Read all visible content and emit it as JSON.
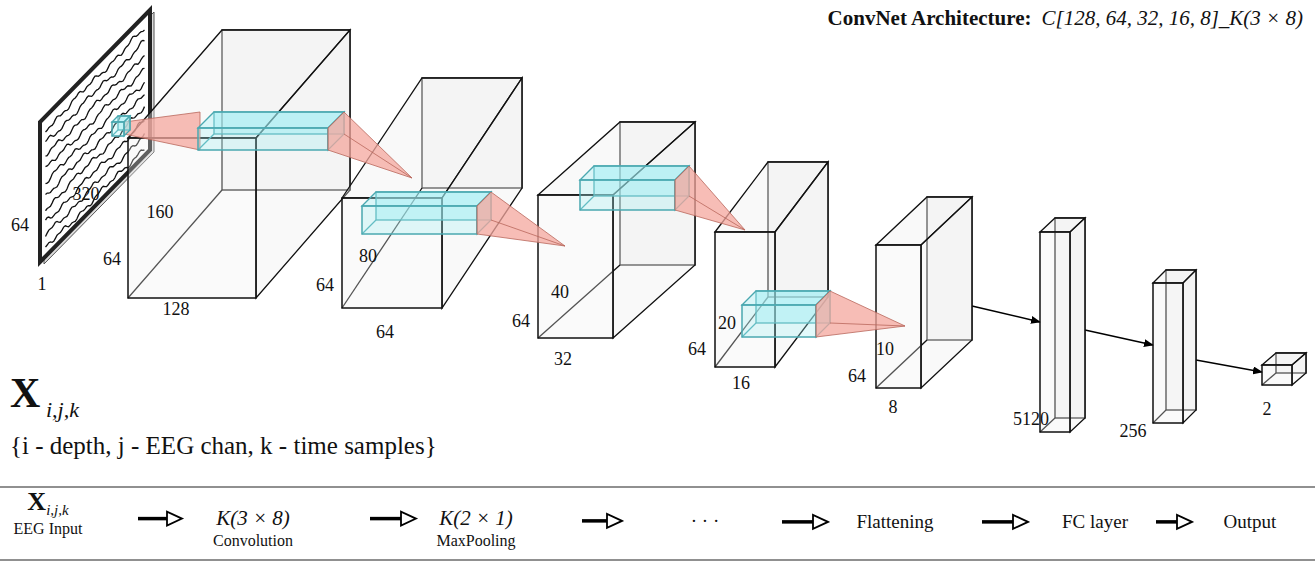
{
  "diagram": {
    "title": "ConvNet Architecture:",
    "nodes": [
      {
        "text": [
          "X",
          "i,j,k",
          "EEG Input"
        ]
      },
      {
        "text": [
          "K(3 × 8)",
          "Convolution"
        ]
      },
      {
        "text": [
          "K(2 × 1)",
          "MaxPooling"
        ]
      },
      {
        "text": [
          "· · ·"
        ]
      },
      {
        "text": [
          "Flattening"
        ]
      },
      {
        "text": [
          "FC layer"
        ]
      },
      {
        "text": [
          "Output"
        ]
      }
    ],
    "edges": [
      {
        "from": 0,
        "to": 1,
        "arrow": "to"
      },
      {
        "from": 1,
        "to": 2,
        "arrow": "to"
      },
      {
        "from": 2,
        "to": 3,
        "arrow": "to"
      },
      {
        "from": 3,
        "to": 4,
        "arrow": "to"
      },
      {
        "from": 4,
        "to": 5,
        "arrow": "to"
      },
      {
        "from": 5,
        "to": 6,
        "arrow": "to"
      }
    ],
    "labels": [
      "C[128, 64, 32, 16, 8]_K(3 × 8)",
      "64",
      "320",
      "1",
      "160",
      "64",
      "128",
      "80",
      "64",
      "64",
      "40",
      "64",
      "32",
      "20",
      "64",
      "16",
      "10",
      "64",
      "8",
      "5120",
      "256",
      "2",
      "X",
      "i,j,k",
      "{i - depth, j - EEG chan, k - time samples}"
    ]
  }
}
